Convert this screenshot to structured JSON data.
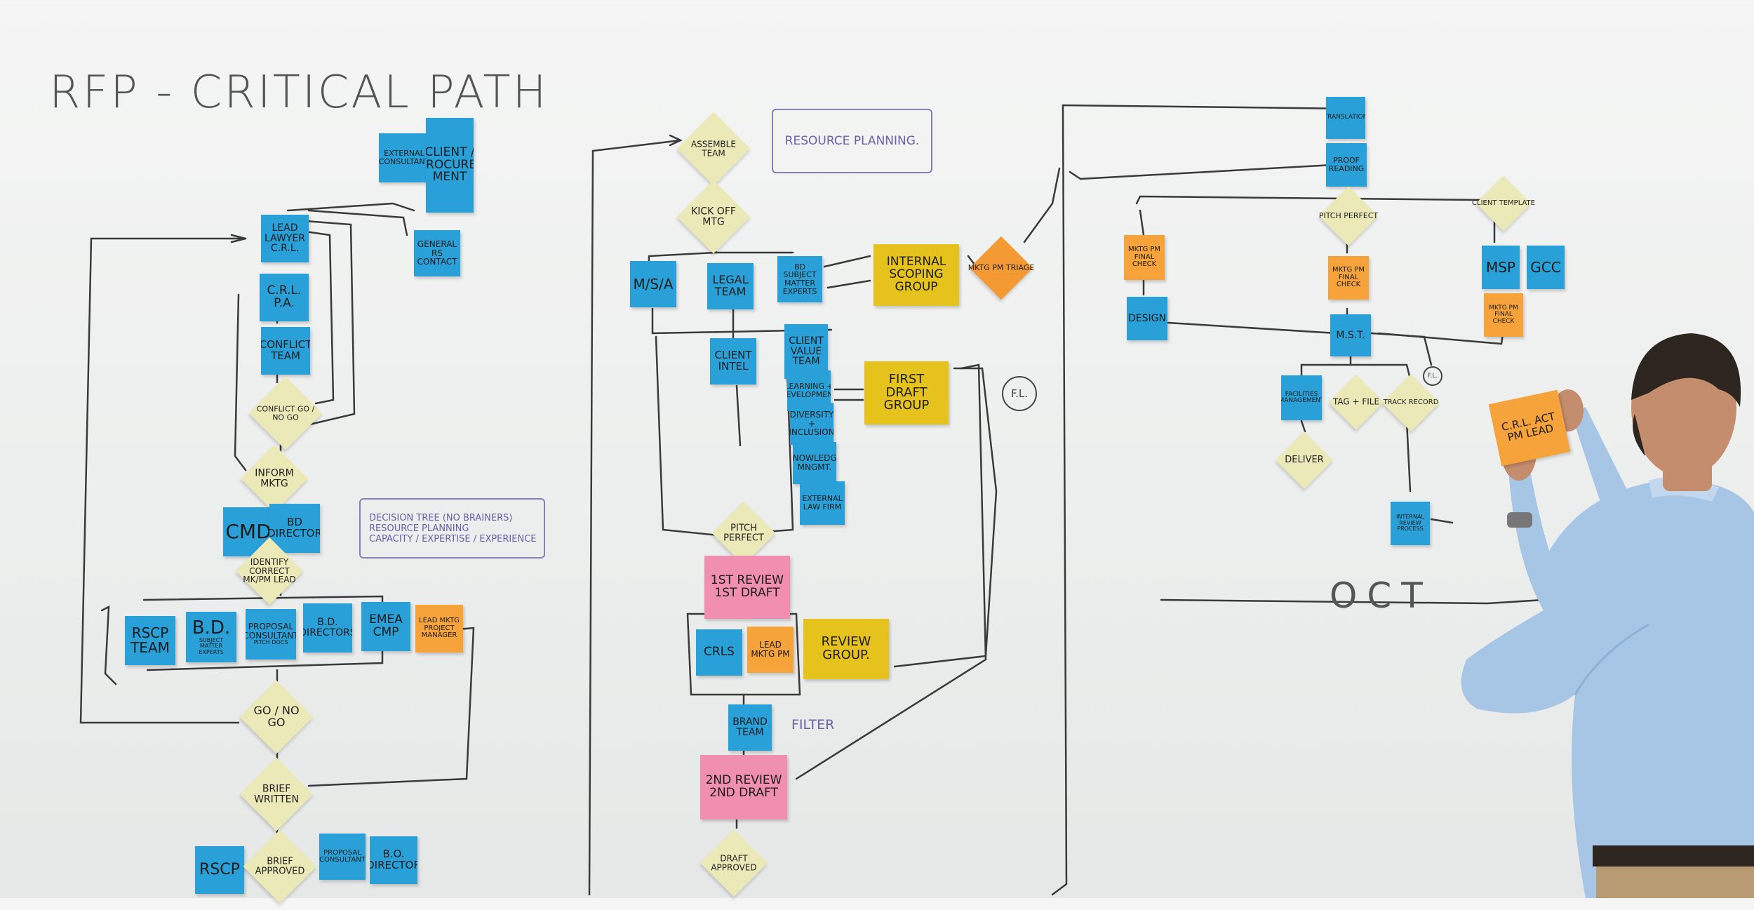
{
  "title": "RFP - CRITICAL PATH",
  "left_column": {
    "external_consultant": "EXTERNAL CONSULTANT",
    "client_procurement": "CLIENT / PROCURE-MENT",
    "general_rs_contact": "GENERAL RS CONTACT",
    "lead_lawyer": "LEAD LAWYER C.R.L.",
    "crl_pa": "C.R.L. P.A.",
    "conflict_team": "CONFLICT TEAM",
    "conflict_go_no_go": "CONFLICT GO / NO GO",
    "inform_mktg": "INFORM MKTG",
    "cmd": "CMD",
    "bd_director": "BD DIRECTOR",
    "decision_notes": [
      "DECISION TREE (NO BRAINERS)",
      "RESOURCE PLANNING",
      "CAPACITY / EXPERTISE / EXPERIENCE"
    ],
    "identify_correct": "IDENTIFY CORRECT MK/PM LEAD",
    "row_notes": [
      "RSCP TEAM",
      "B.D.",
      "PROPOSAL CONSULTANT",
      "B.D. DIRECTORS",
      "EMEA CMP",
      "LEAD MKTG PROJECT MANAGER"
    ],
    "bd_sub": "SUBJECT MATTER EXPERTS",
    "proposal_sub": "PITCH DOCS",
    "go_no_go": "GO / NO GO",
    "brief_written": "BRIEF WRITTEN",
    "rscp": "RSCP",
    "brief_approved": "BRIEF APPROVED",
    "proposal_consultant": "PROPOSAL CONSULTANT",
    "bo_director": "B.O. DIRECTOR"
  },
  "middle_column": {
    "assemble_team": "ASSEMBLE TEAM",
    "resource_planning": "RESOURCE PLANNING.",
    "kick_off": "KICK OFF MTG",
    "msa": "M/S/A",
    "legal_team": "LEGAL TEAM",
    "bd_smes": "BD SUBJECT MATTER EXPERTS",
    "internal_scoping": "INTERNAL SCOPING GROUP",
    "mktg_pm_triage": "MKTG PM TRIAGE",
    "client_intel": "CLIENT INTEL",
    "client_value_stack": [
      "CLIENT VALUE TEAM",
      "LEARNING + DEVELOPMENT",
      "DIVERSITY + INCLUSION",
      "KNOWLEDGE MNGMT.",
      "EXTERNAL LAW FIRM"
    ],
    "first_draft_group": "FIRST DRAFT GROUP",
    "fl": "F.L.",
    "pitch_perfect": "PITCH PERFECT",
    "first_review": "1ST REVIEW 1ST DRAFT",
    "crls": "CRLS",
    "lead_mktg_pm": "LEAD MKTG PM",
    "review_group": "REVIEW GROUP.",
    "brand_team": "BRAND TEAM",
    "filter": "FILTER",
    "second_review": "2ND REVIEW 2ND DRAFT",
    "draft_approved": "DRAFT APPROVED"
  },
  "right_column": {
    "translation": "TRANSLATION",
    "proof_reading": "PROOF READING",
    "pitch_perfect": "PITCH PERFECT",
    "client_template": "CLIENT TEMPLATE",
    "mktg_pm_final_check_1": "MKTG PM FINAL CHECK",
    "mktg_pm_final_check_2": "MKTG PM FINAL CHECK",
    "mktg_pm_final_check_3": "MKTG PM FINAL CHECK",
    "msp": "MSP",
    "gcc": "GCC",
    "design": "DESIGN",
    "mst": "M.S.T.",
    "fl": "F.L.",
    "facilities_mngmt": "FACILITIES MANAGEMENT",
    "tag_file": "TAG + FILE",
    "track_record": "TRACK RECORD",
    "deliver": "DELIVER",
    "internal_review": "INTERNAL REVIEW PROCESS",
    "crl_note": "C.R.L. ACT PM LEAD",
    "oct": "OCT"
  },
  "colors": {
    "blue": "#2aa0d8",
    "orange": "#f5a33a",
    "yellow": "#e5c21c",
    "pink": "#f08fb0",
    "pale": "#ece9b8",
    "marker": "#3a3a3a",
    "purple": "#8a7fb6"
  }
}
